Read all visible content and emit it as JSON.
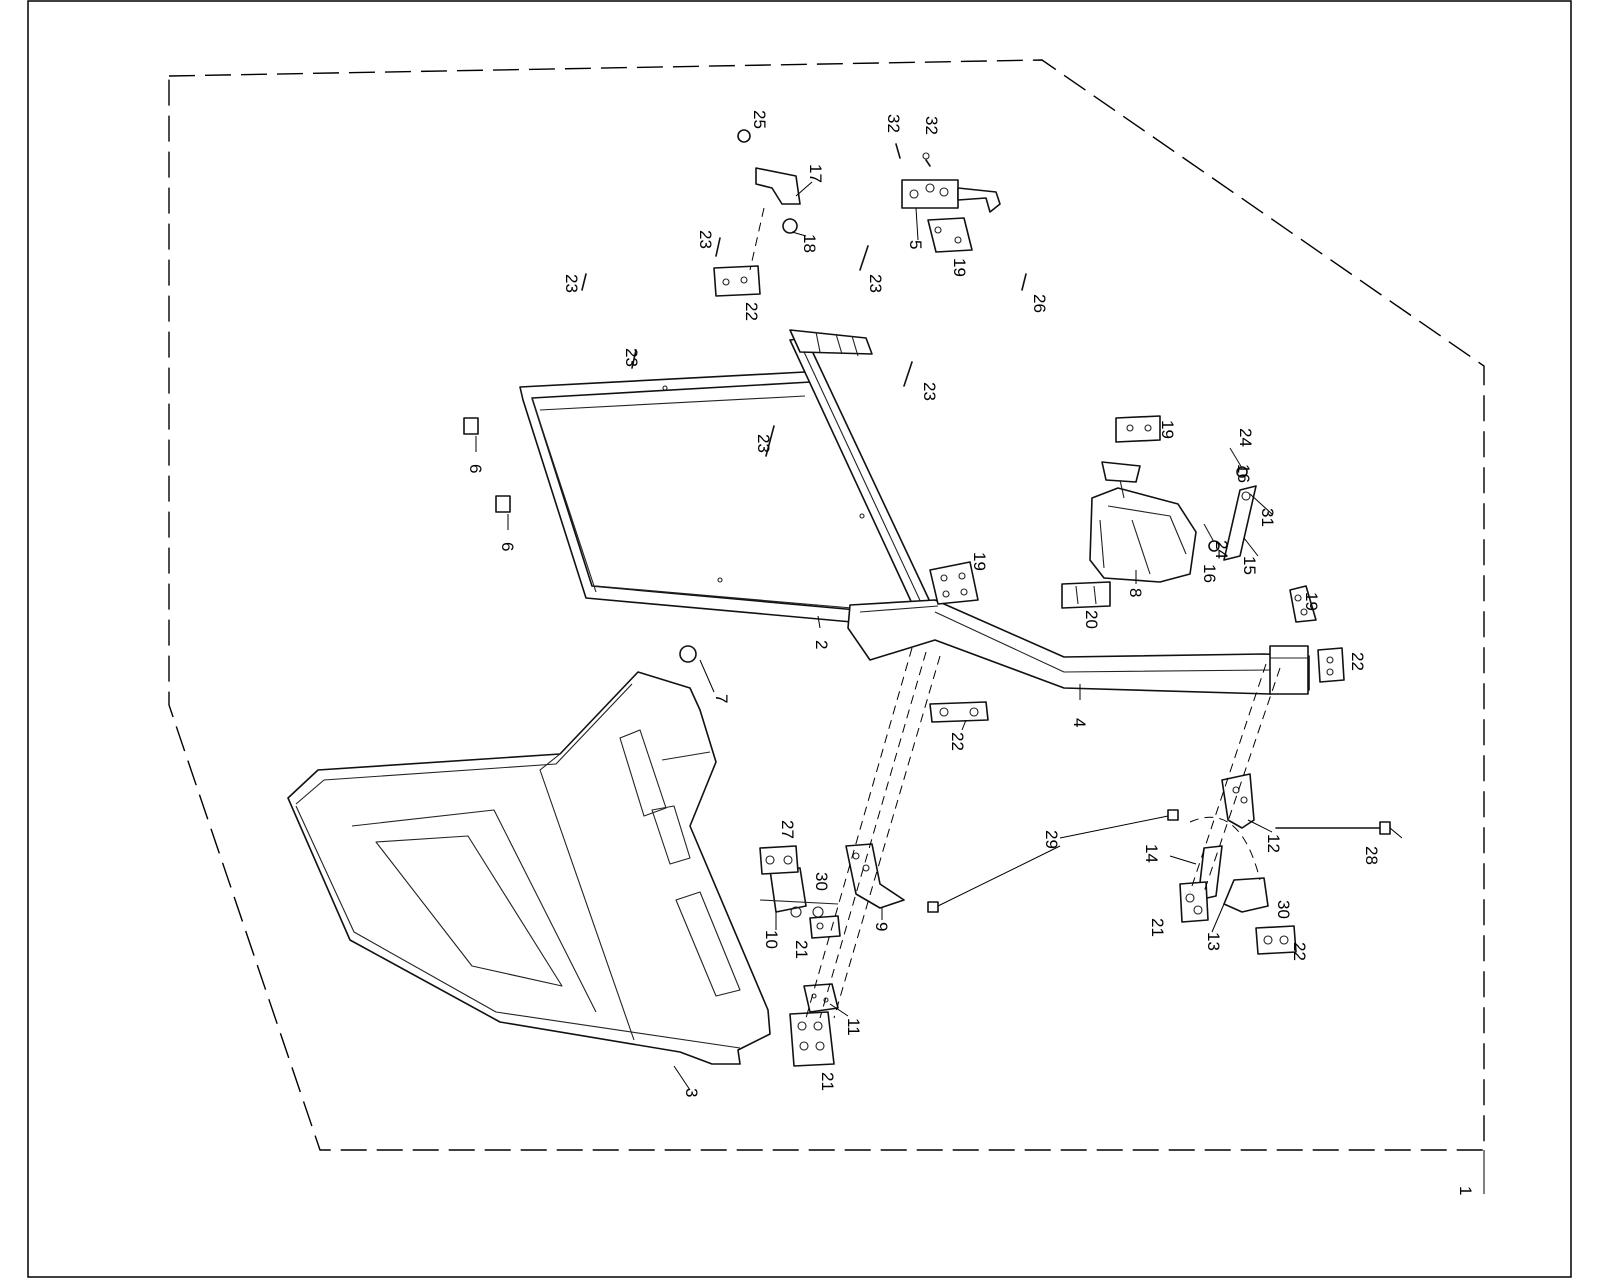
{
  "diagram": {
    "labels": {
      "l1": "1",
      "l2": "2",
      "l3": "3",
      "l4": "4",
      "l5": "5",
      "l6a": "6",
      "l6b": "6",
      "l7": "7",
      "l8": "8",
      "l9": "9",
      "l10": "10",
      "l11": "11",
      "l12": "12",
      "l13": "13",
      "l14": "14",
      "l15": "15",
      "l16a": "16",
      "l16b": "16",
      "l17": "17",
      "l18": "18",
      "l19a": "19",
      "l19b": "19",
      "l19c": "19",
      "l19d": "19",
      "l20": "20",
      "l21a": "21",
      "l21b": "21",
      "l21c": "21",
      "l22a": "22",
      "l22b": "22",
      "l22c": "22",
      "l22d": "22",
      "l23a": "23",
      "l23b": "23",
      "l23c": "23",
      "l23d": "23",
      "l23e": "23",
      "l23f": "23",
      "l24a": "24",
      "l24b": "24",
      "l25": "25",
      "l26": "26",
      "l27": "27",
      "l28": "28",
      "l29": "29",
      "l30a": "30",
      "l30b": "30",
      "l31": "31",
      "l32a": "32",
      "l32b": "32"
    }
  }
}
